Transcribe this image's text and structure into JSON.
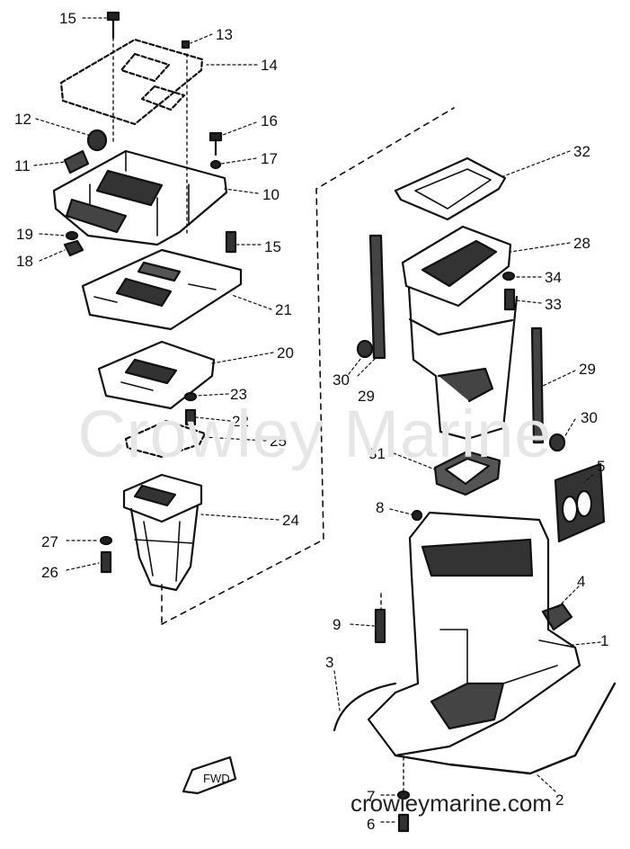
{
  "watermark": "Crowley Marine",
  "footer": "crowleymarine.com",
  "fwd_label": "FWD",
  "part_numbers": [
    "1",
    "2",
    "3",
    "4",
    "5",
    "6",
    "7",
    "8",
    "9",
    "10",
    "11",
    "12",
    "13",
    "14",
    "15",
    "15",
    "16",
    "17",
    "18",
    "19",
    "20",
    "21",
    "22",
    "23",
    "24",
    "25",
    "26",
    "27",
    "28",
    "29",
    "29",
    "30",
    "30",
    "31",
    "32",
    "33",
    "34"
  ]
}
